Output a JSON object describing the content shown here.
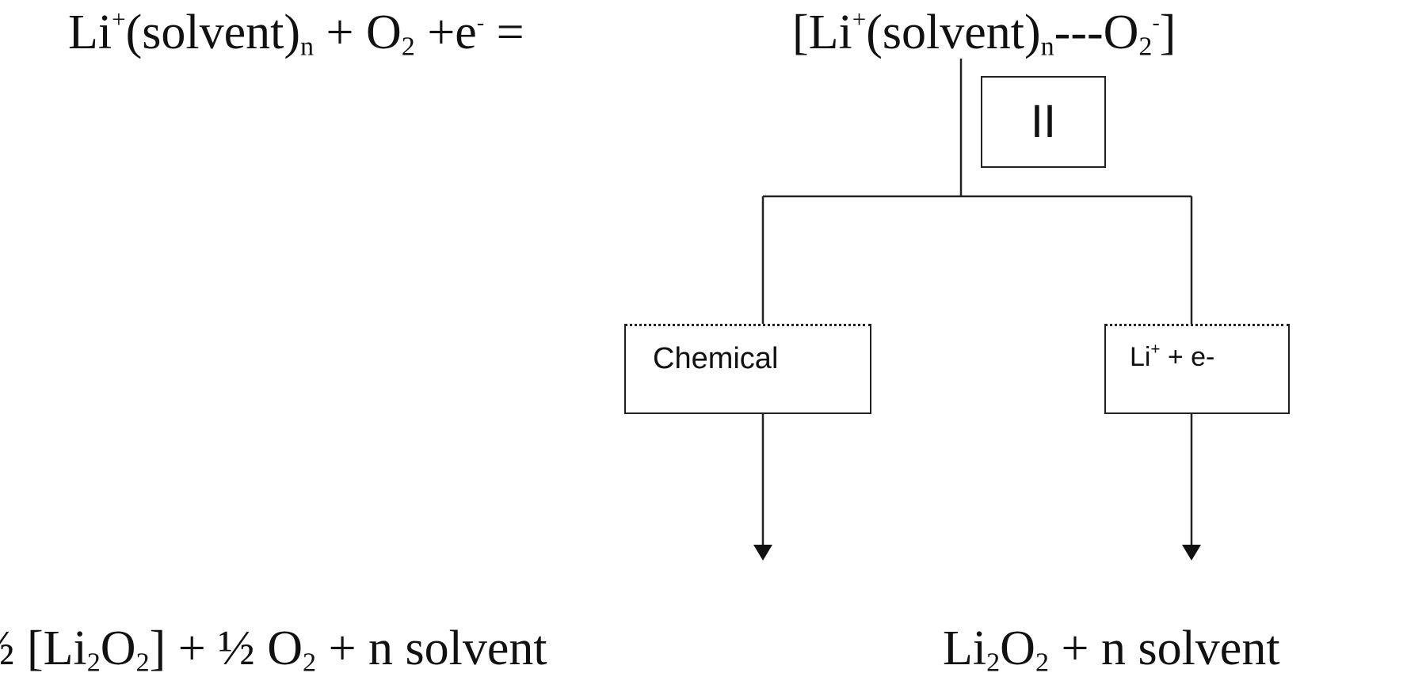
{
  "equation_top_left": {
    "li": "Li",
    "plus_sup": "+",
    "solvent": "(solvent)",
    "n_sub": "n",
    "plus_o": " + O",
    "two_sub": "2",
    "plus_e": " +e",
    "minus_sup": "-",
    "equals": "  ="
  },
  "equation_top_right": {
    "open": "[Li",
    "plus_sup": "+",
    "solvent": "(solvent)",
    "n_sub": "n",
    "dashes": "---O",
    "two_sub": "2",
    "minus_sup": "-",
    "close": "]"
  },
  "box_ii_label": "II",
  "box_chemical_label": "Chemical",
  "box_li": {
    "li": "Li",
    "plus_sup": "+",
    "rest": " + e-"
  },
  "equation_bottom_left": {
    "half1": "½ [Li",
    "two_a": "2",
    "o": "O",
    "two_b": "2",
    "close_plus": "] + ½ O",
    "two_c": "2",
    "rest": "  + n solvent"
  },
  "equation_bottom_right": {
    "li": "Li",
    "two_a": "2",
    "o": "O",
    "two_b": "2",
    "rest": "  + n solvent"
  }
}
